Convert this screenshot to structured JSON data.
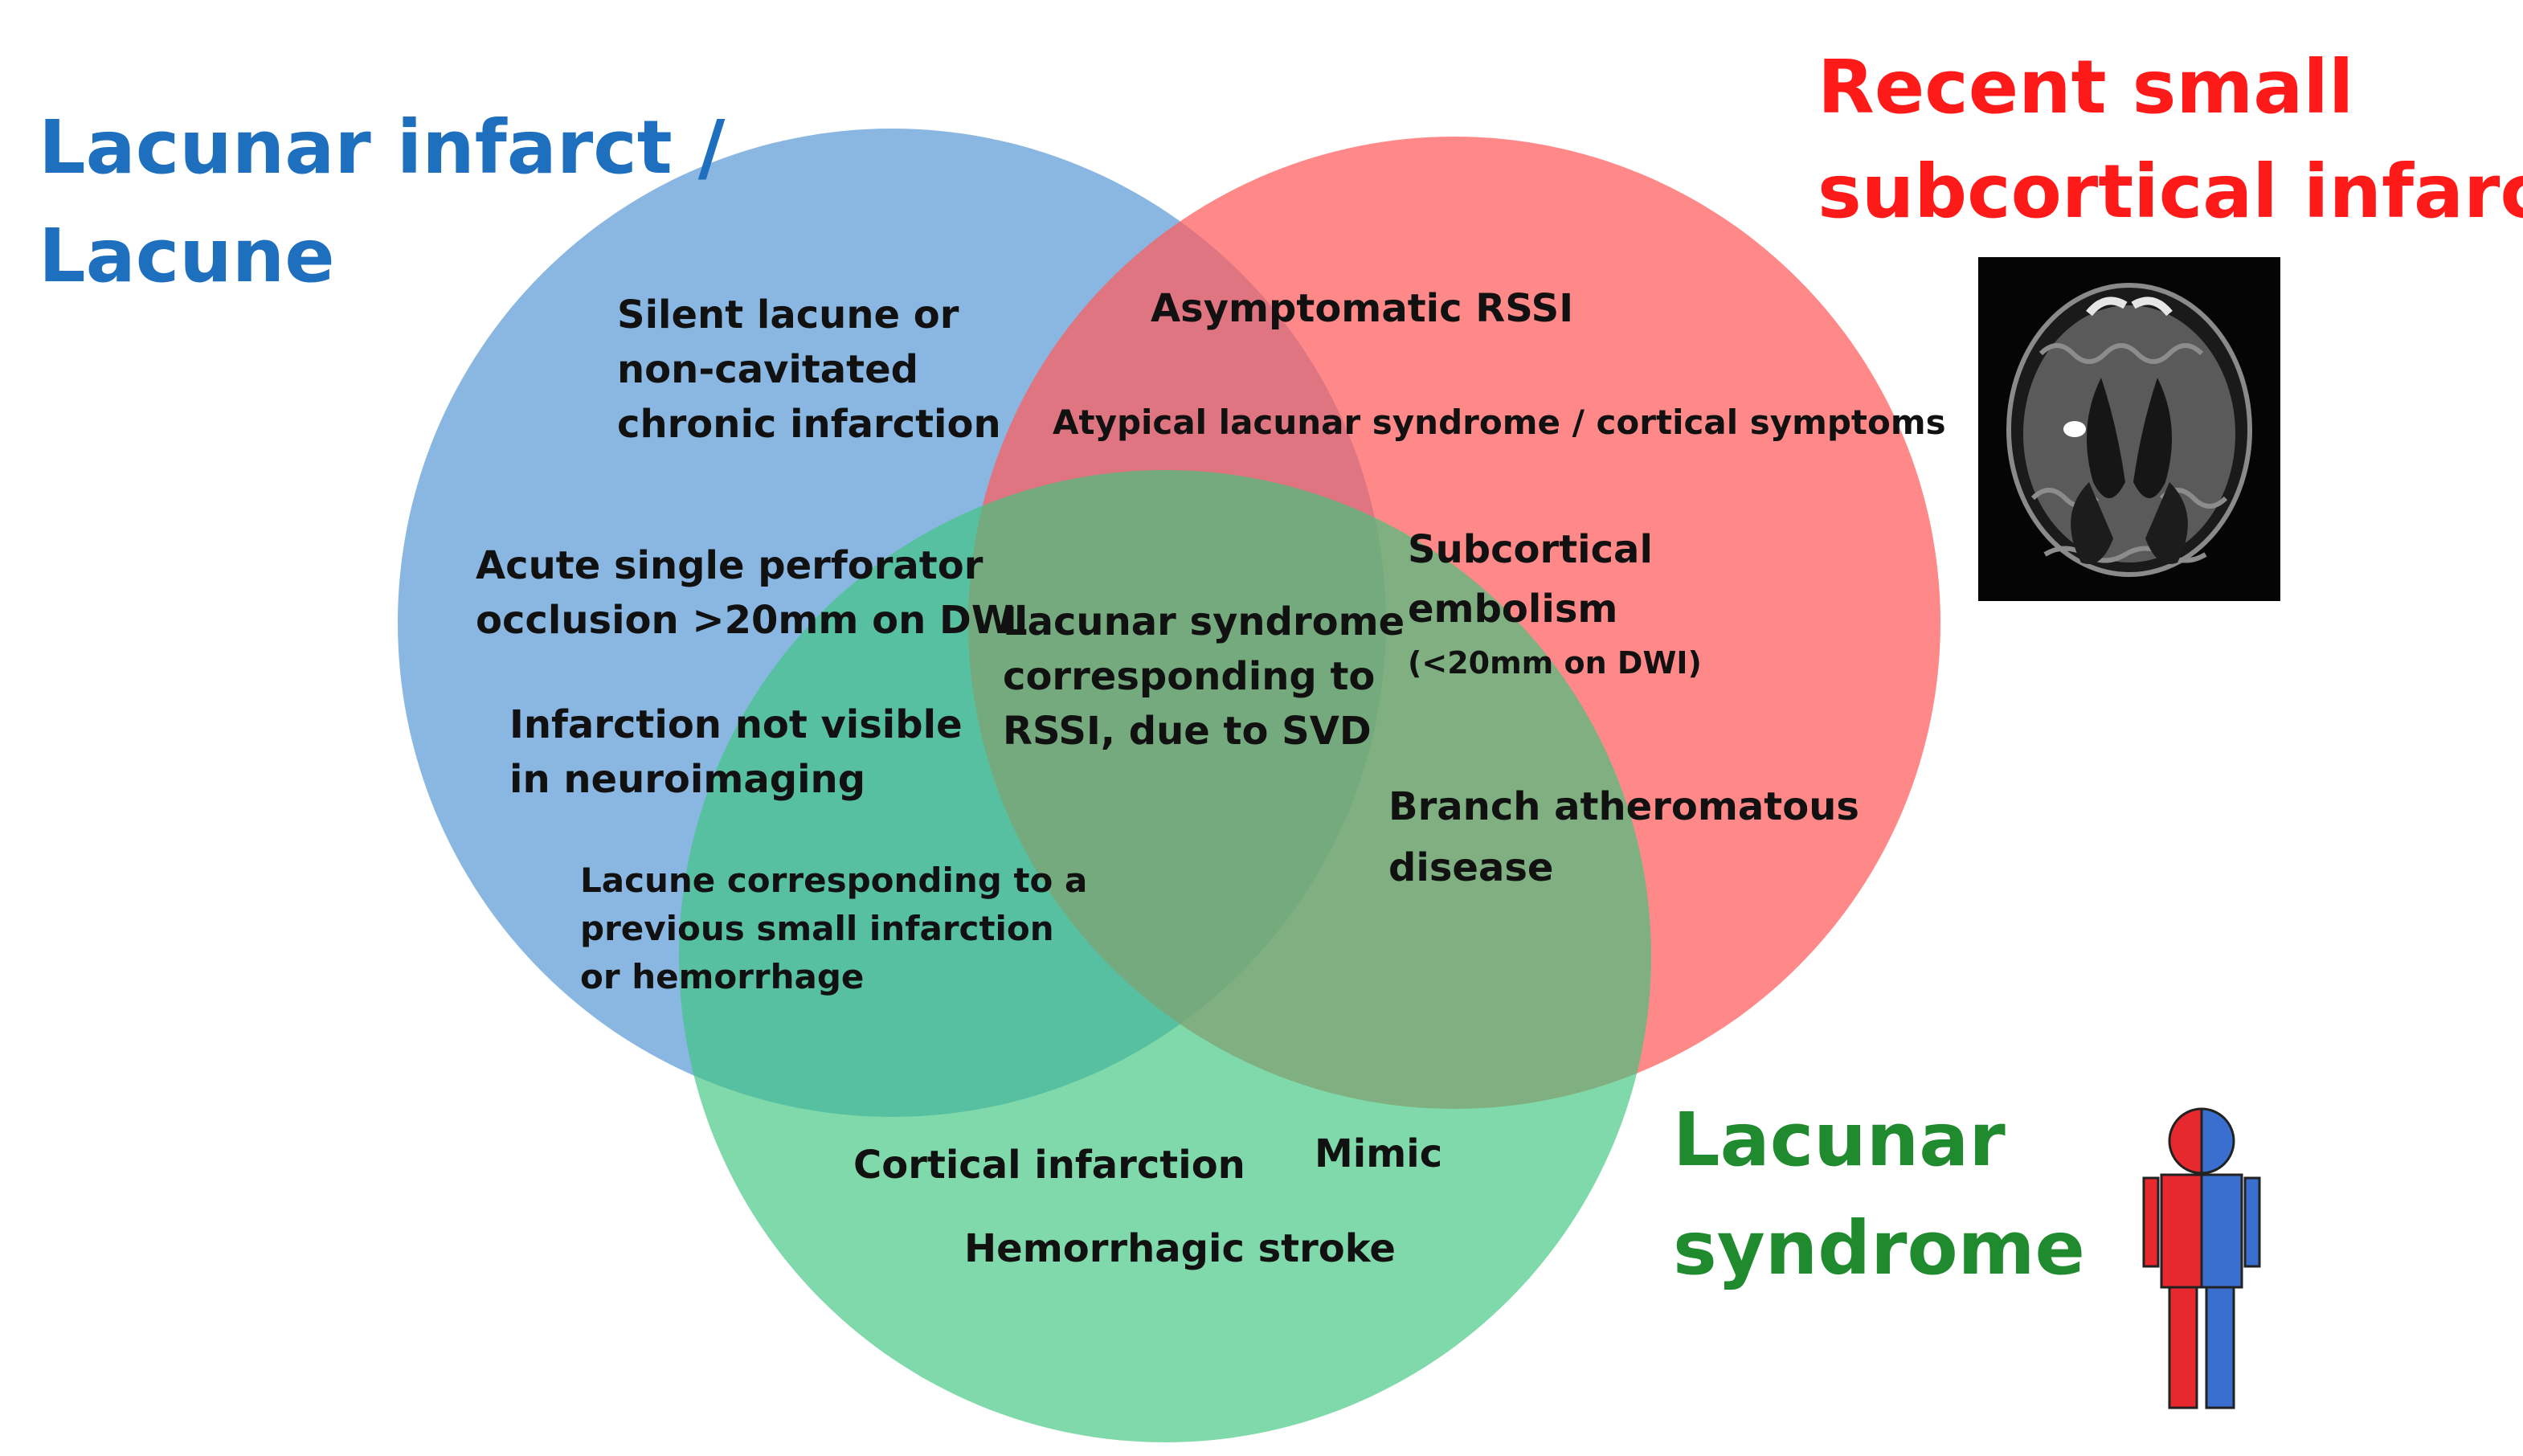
{
  "colors": {
    "blue_circle": "#5b9bd5",
    "red_circle": "#ff5b5b",
    "green_circle": "#3cc47c",
    "blue_title": "#1f6fbf",
    "red_title": "#ff1a1a",
    "green_title": "#1f8a2e",
    "text": "#111111",
    "figure_red": "#e8282f",
    "figure_blue": "#3a6fd0"
  },
  "sets": {
    "lacunar_infarct": {
      "title_lines": [
        "Lacunar infarct /",
        "Lacune"
      ]
    },
    "recent_small_subcortical_infarct": {
      "title_lines": [
        "Recent small",
        "subcortical infarct"
      ]
    },
    "lacunar_syndrome": {
      "title_lines": [
        "Lacunar",
        "syndrome"
      ]
    }
  },
  "regions": {
    "blue_only_top": [
      "Silent lacune or",
      "non-cavitated",
      "chronic infarction"
    ],
    "blue_only_mid": [
      "Acute single perforator",
      "occlusion >20mm on DWI"
    ],
    "blue_only_low": [
      "Infarction not visible",
      "in neuroimaging"
    ],
    "blue_green": [
      "Lacune corresponding to a",
      "previous small infarction",
      "or hemorrhage"
    ],
    "blue_red_top": "Asymptomatic RSSI",
    "blue_red_mid": "Atypical lacunar syndrome / cortical symptoms",
    "center": [
      "Lacunar syndrome",
      "corresponding to",
      "RSSI, due to SVD"
    ],
    "red_green_top": [
      "Subcortical",
      "embolism"
    ],
    "red_green_top_note": "(<20mm on DWI)",
    "red_green_low": [
      "Branch atheromatous",
      "disease"
    ],
    "green_only_1": "Cortical infarction",
    "green_only_2": "Mimic",
    "green_only_3": "Hemorrhagic stroke"
  },
  "icons": {
    "brain_scan": "brain-mri-icon",
    "person": "person-figure-icon"
  }
}
